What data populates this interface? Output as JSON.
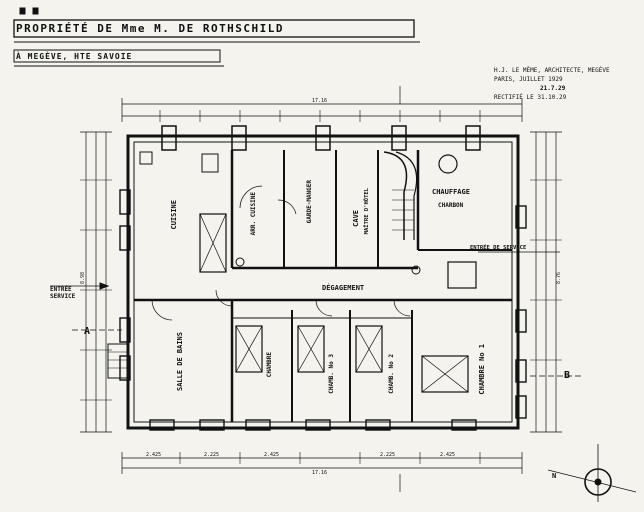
{
  "title": {
    "line1": "PROPRIÉTÉ DE Mme M. DE ROTHSCHILD",
    "line2": "À MEGÈVE, HTE SAVOIE"
  },
  "architect_note": {
    "line1": "H.J. LE MÊME, ARCHITECTE, MEGÈVE",
    "line2": "PARIS, JUILLET 1929",
    "line3": "21.7.29",
    "line4": "RECTIFIÉ LE 31.10.29"
  },
  "rooms": {
    "cuisine": "CUISINE",
    "arriere_cuisine": "ARR. CUISINE",
    "garde_manger": "GARDE-MANGER",
    "cave": "CAVE",
    "maitre_hotel": "MAÎTRE D'HÔTEL",
    "chauffage": "CHAUFFAGE",
    "charbon": "CHARBON",
    "entree_service_left": "ENTRÉE",
    "entree_service_left2": "SERVICE",
    "entree_service_right": "ENTRÉE DE SERVICE",
    "degagement": "DÉGAGEMENT",
    "salle_bain": "SALLE DE BAINS",
    "chambre": "CHAMBRE",
    "chambre3": "CHAMB. No 3",
    "chambre2": "CHAMB. No 2",
    "chambre1": "CHAMBRE No 1"
  },
  "markers": {
    "section_a": "A",
    "section_b": "B",
    "north": "N"
  },
  "dimensions": {
    "overall_top": "17.16",
    "overall_bottom": "17.16",
    "left_total": "8.98",
    "right_total": "8.76",
    "b1": "2.425",
    "b2": "2.225",
    "b3": "2.425",
    "b4": "2.225",
    "b5": "2.425"
  }
}
